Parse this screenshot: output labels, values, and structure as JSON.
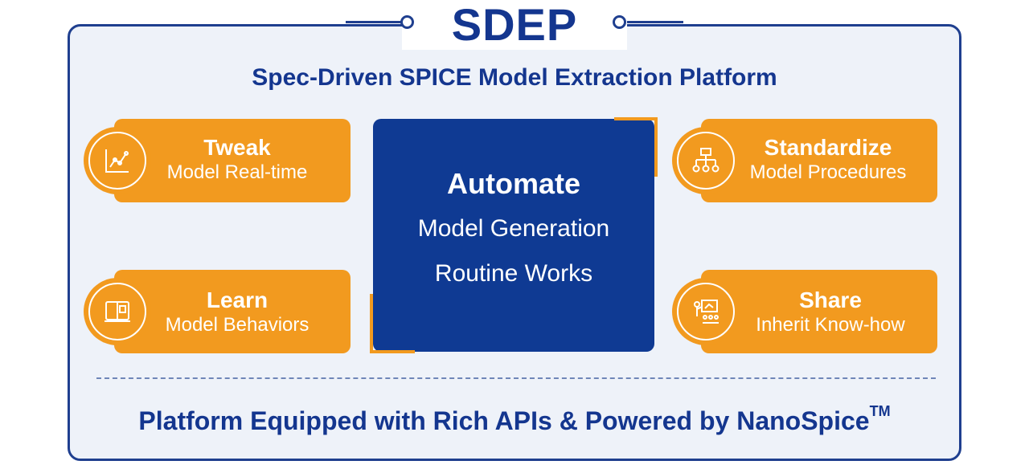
{
  "title": "SDEP",
  "subtitle": "Spec-Driven SPICE Model Extraction Platform",
  "cards": {
    "tweak": {
      "heading": "Tweak",
      "sub": "Model Real-time",
      "icon": "chart-icon"
    },
    "learn": {
      "heading": "Learn",
      "sub": "Model Behaviors",
      "icon": "book-icon"
    },
    "standardize": {
      "heading": "Standardize",
      "sub": "Model Procedures",
      "icon": "hierarchy-icon"
    },
    "share": {
      "heading": "Share",
      "sub": "Inherit Know-how",
      "icon": "presenter-icon"
    }
  },
  "center": {
    "heading": "Automate",
    "line1": "Model Generation",
    "line2": "Routine Works"
  },
  "footer": {
    "text": "Platform Equipped with Rich APIs & Powered by NanoSpice",
    "trademark": "TM"
  },
  "colors": {
    "navy": "#0f3a93",
    "orange": "#f29a1f",
    "panel": "#eef2f9"
  }
}
